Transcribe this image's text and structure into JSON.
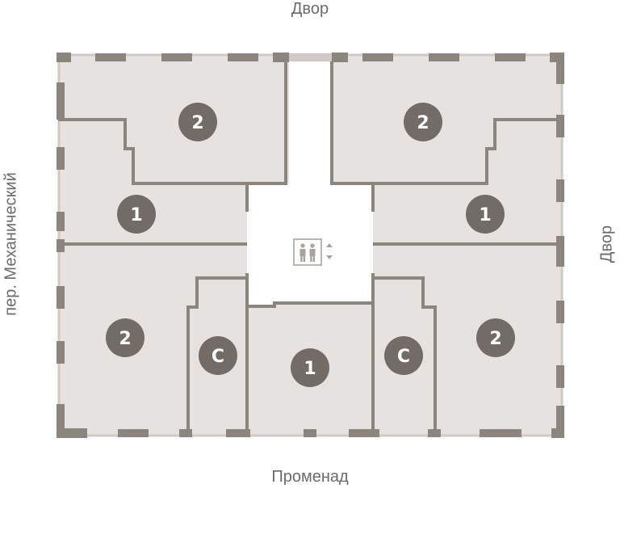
{
  "labels": {
    "top": "Двор",
    "bottom": "Променад",
    "left": "пер. Механический",
    "right": "Двор"
  },
  "units": [
    {
      "label": "2"
    },
    {
      "label": "2"
    },
    {
      "label": "1"
    },
    {
      "label": "1"
    },
    {
      "label": "2"
    },
    {
      "label": "2"
    },
    {
      "label": "С"
    },
    {
      "label": "1"
    },
    {
      "label": "С"
    }
  ],
  "icons": [
    "elevator-icon",
    "up-down-arrows-icon"
  ],
  "colors": {
    "room_fill": "#e6e2df",
    "wall": "#8c857e",
    "badge": "#736b65",
    "corridor": "#ffffff",
    "label_text": "#6e6a66"
  }
}
